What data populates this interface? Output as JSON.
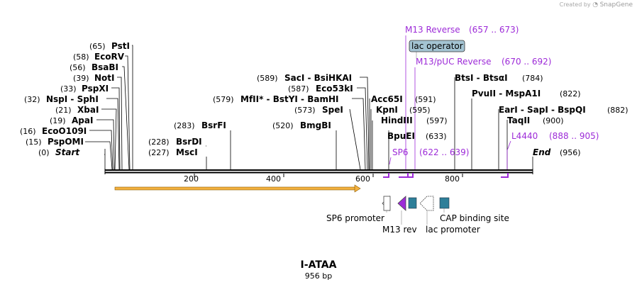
{
  "watermark": {
    "prefix": "Created by",
    "brand": "SnapGene"
  },
  "title": "I-ATAA",
  "subtitle": "956 bp",
  "ticks": [
    "200",
    "400",
    "600",
    "800"
  ],
  "enzymes_left": [
    {
      "pos": "(0)",
      "name": "Start"
    },
    {
      "pos": "(15)",
      "name": "PspOMI"
    },
    {
      "pos": "(16)",
      "name": "EcoO109I"
    },
    {
      "pos": "(19)",
      "name": "ApaI"
    },
    {
      "pos": "(21)",
      "name": "XbaI"
    },
    {
      "pos": "(32)",
      "name": "NspI  - SphI"
    },
    {
      "pos": "(33)",
      "name": "PspXI"
    },
    {
      "pos": "(39)",
      "name": "NotI"
    },
    {
      "pos": "(56)",
      "name": "BsaBI"
    },
    {
      "pos": "(58)",
      "name": "EcoRV"
    },
    {
      "pos": "(65)",
      "name": "PstI"
    }
  ],
  "enzymes_mid": [
    {
      "pos": "(227)",
      "name": "MscI"
    },
    {
      "pos": "(228)",
      "name": "BsrDI"
    },
    {
      "pos": "(283)",
      "name": "BsrFI"
    },
    {
      "pos": "(520)",
      "name": "BmgBI"
    },
    {
      "pos": "(573)",
      "name": "SpeI"
    },
    {
      "pos": "(579)",
      "name": "MfII*  - BstYI  - BamHI"
    },
    {
      "pos": "(587)",
      "name": "Eco53kI"
    },
    {
      "pos": "(589)",
      "name": "SacI  - BsiHKAI"
    }
  ],
  "enzymes_right": [
    {
      "pos": "(591)",
      "name": "Acc65I"
    },
    {
      "pos": "(595)",
      "name": "KpnI"
    },
    {
      "pos": "(597)",
      "name": "HindIII"
    },
    {
      "pos": "(633)",
      "name": "BpuEI"
    },
    {
      "pos": "(784)",
      "name": "BtsI  - BtsαI"
    },
    {
      "pos": "(822)",
      "name": "PvuII  - MspA1I"
    },
    {
      "pos": "(882)",
      "name": "EarI  - SapI  - BspQI"
    },
    {
      "pos": "(900)",
      "name": "TaqII"
    },
    {
      "pos": "(956)",
      "name": "End"
    }
  ],
  "primers": [
    {
      "name": "M13 Reverse",
      "range": "(657 .. 673)"
    },
    {
      "name": "M13/pUC Reverse",
      "range": "(670 .. 692)"
    },
    {
      "name": "L4440",
      "range": "(888 .. 905)"
    },
    {
      "name": "SP6",
      "range": "(622 .. 639)"
    }
  ],
  "feature_box": "lac operator",
  "features": [
    "SP6 promoter",
    "M13 rev",
    "lac promoter",
    "CAP binding site"
  ],
  "colors": {
    "primer": "#9d2bd8",
    "backbone": "#000000",
    "orf": "#f3b13f",
    "feature_teal": "#2e7f99",
    "lac_operator": "#a4c4d3"
  }
}
